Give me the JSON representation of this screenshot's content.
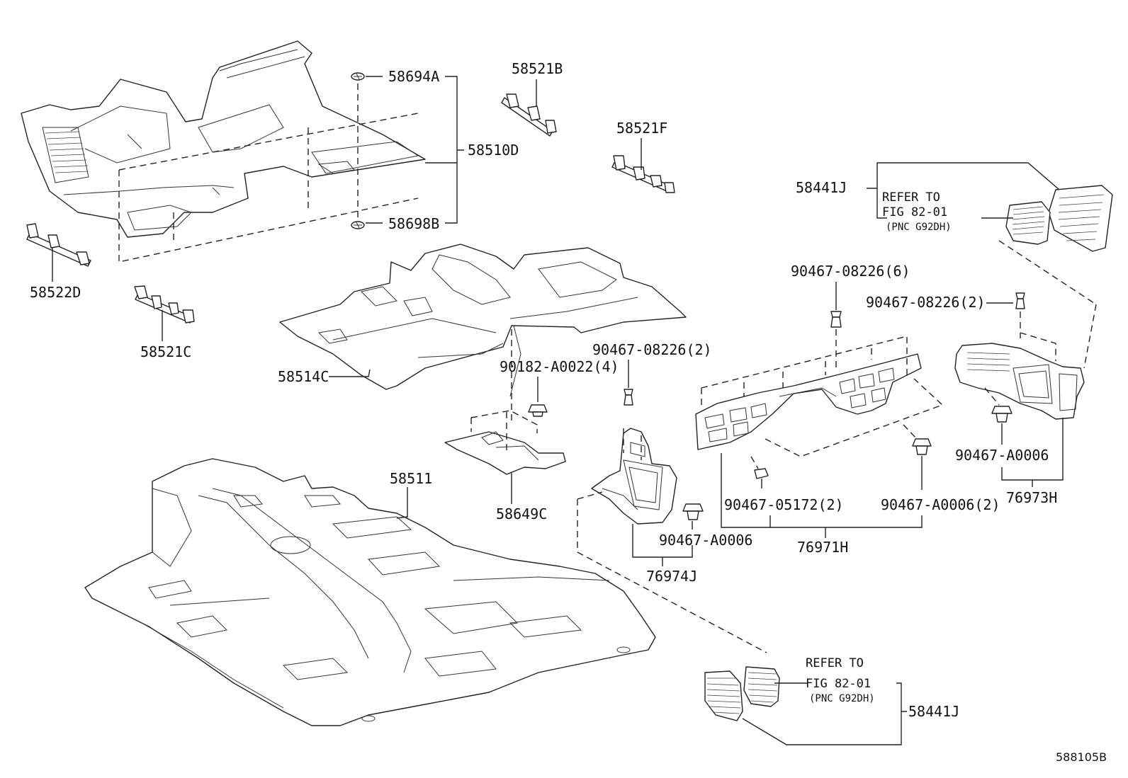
{
  "diagram": {
    "part_labels": {
      "p58694A": "58694A",
      "p58521B": "58521B",
      "p58510D": "58510D",
      "p58521F": "58521F",
      "p58698B": "58698B",
      "p58522D": "58522D",
      "p58521C": "58521C",
      "p58441J_top": "58441J",
      "p90467_08226_6": "90467-08226(6)",
      "p90467_08226_2_right": "90467-08226(2)",
      "p58514C": "58514C",
      "p90182_A0022_4": "90182-A0022(4)",
      "p90467_08226_2_mid": "90467-08226(2)",
      "p58511": "58511",
      "p58649C": "58649C",
      "p90467_A0006_right": "90467-A0006",
      "p76973H": "76973H",
      "p90467_05172_2": "90467-05172(2)",
      "p90467_A0006_2": "90467-A0006(2)",
      "p90467_A0006_mid": "90467-A0006",
      "p76971H": "76971H",
      "p76974J": "76974J",
      "p58441J_bottom": "58441J"
    },
    "references": {
      "top": {
        "refer": "REFER TO",
        "fig": "FIG 82-01",
        "pnc": "(PNC G92DH)"
      },
      "bottom": {
        "refer": "REFER TO",
        "fig": "FIG 82-01",
        "pnc": "(PNC G92DH)"
      }
    },
    "diagram_code": "588105B"
  }
}
